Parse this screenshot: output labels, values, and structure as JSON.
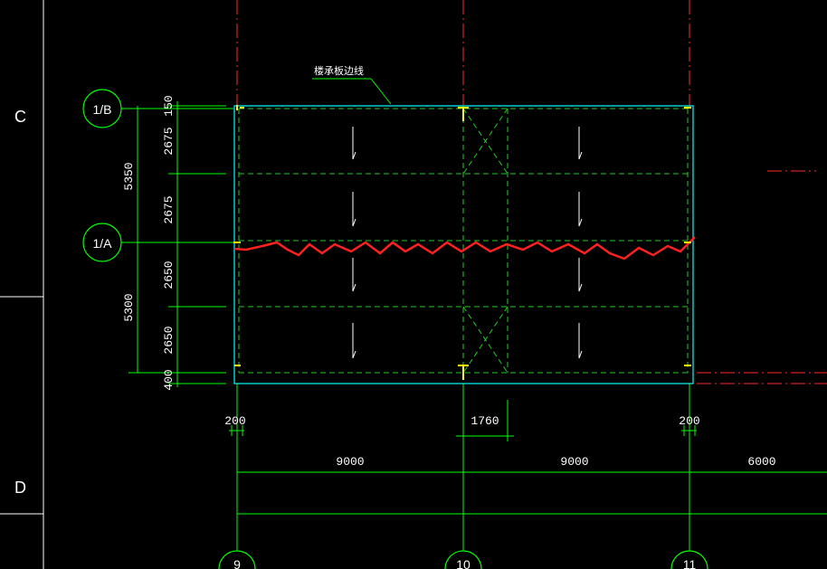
{
  "drawing": {
    "note_label": "楼承板边线",
    "axis_labels": {
      "top": "1/B",
      "middle": "1/A"
    },
    "row_labels": {
      "upper": "C",
      "lower": "D"
    },
    "column_bubbles": [
      "9",
      "10",
      "11"
    ],
    "vertical_dims": {
      "total_upper": "5350",
      "total_lower": "5300",
      "segments": [
        "150",
        "2675",
        "2675",
        "2650",
        "2650",
        "400"
      ]
    },
    "horizontal_dims": {
      "left_offset": "200",
      "middle_width": "1760",
      "right_offset": "200",
      "bays": [
        "9000",
        "9000",
        "6000"
      ]
    },
    "colors": {
      "background": "#000000",
      "axis_line": "#ff2a2a",
      "dimension": "#00ff00",
      "dashed": "#22cc22",
      "slab_edge": "#00ffff",
      "cloud": "#ff2020",
      "marker": "#ffff00",
      "text": "#ffffff"
    }
  }
}
